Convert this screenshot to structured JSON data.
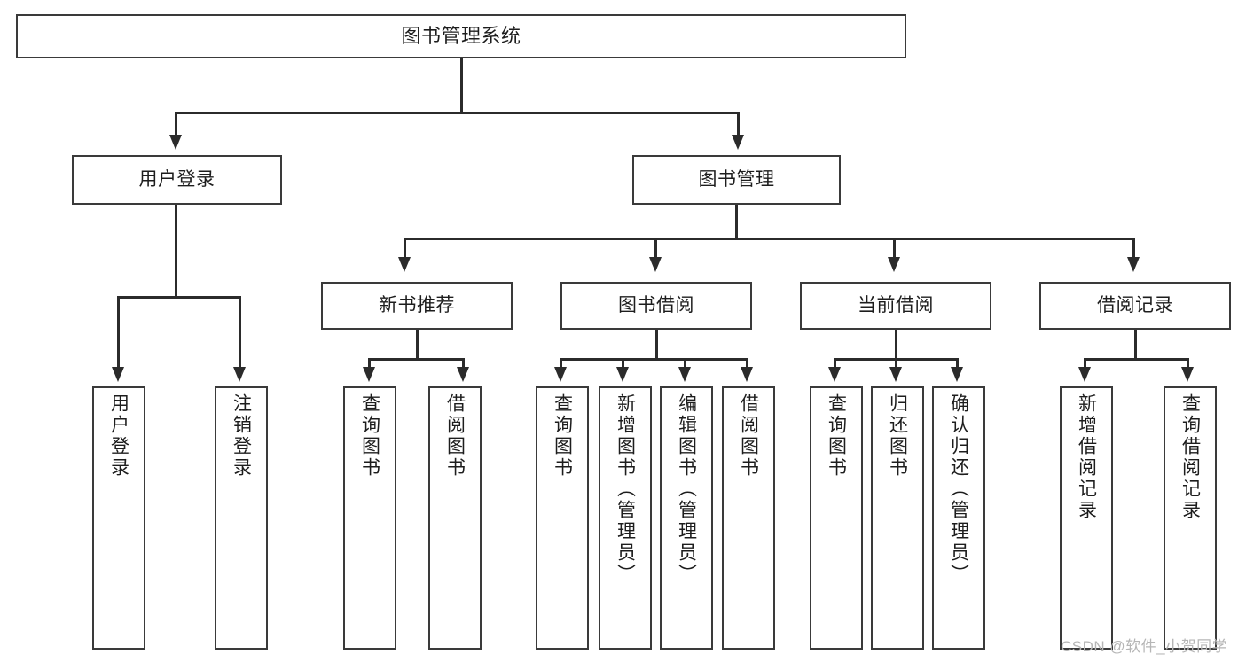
{
  "diagram": {
    "title": "图书管理系统",
    "type": "tree-hierarchy-diagram",
    "watermark": "CSDN @软件_小贺同学",
    "colors": {
      "box_border": "#3a3a3a",
      "connector": "#2b2b2b",
      "background": "#ffffff",
      "text": "#1d1d1d",
      "watermark": "#b6b6b6"
    },
    "root": {
      "label": "图书管理系统"
    },
    "level1": [
      {
        "label": "用户登录"
      },
      {
        "label": "图书管理"
      }
    ],
    "level2": [
      {
        "label": "新书推荐"
      },
      {
        "label": "图书借阅"
      },
      {
        "label": "当前借阅"
      },
      {
        "label": "借阅记录"
      }
    ],
    "leaves": {
      "user_login": [
        {
          "label": "用户登录"
        },
        {
          "label": "注销登录"
        }
      ],
      "new_book_recommend": [
        {
          "label": "查询图书"
        },
        {
          "label": "借阅图书"
        }
      ],
      "book_borrow": [
        {
          "label": "查询图书"
        },
        {
          "label": "新增图书（管理员）"
        },
        {
          "label": "编辑图书（管理员）"
        },
        {
          "label": "借阅图书"
        }
      ],
      "current_borrow": [
        {
          "label": "查询图书"
        },
        {
          "label": "归还图书"
        },
        {
          "label": "确认归还（管理员）"
        }
      ],
      "borrow_record": [
        {
          "label": "新增借阅记录"
        },
        {
          "label": "查询借阅记录"
        }
      ]
    }
  }
}
